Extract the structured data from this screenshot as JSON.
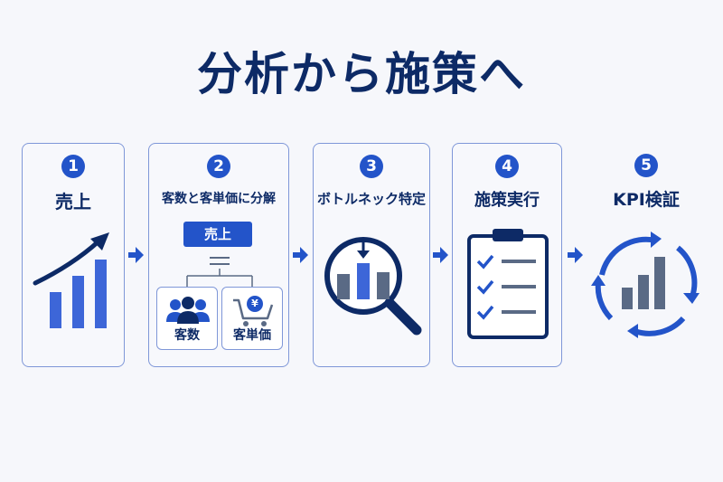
{
  "title": "分析から施策へ",
  "steps": [
    {
      "number": "1",
      "label": "売上"
    },
    {
      "number": "2",
      "label": "客数と客単価に分解",
      "top_box": "売上",
      "left_box": "客数",
      "right_box": "客単価",
      "currency_symbol": "¥"
    },
    {
      "number": "3",
      "label": "ボトルネック特定"
    },
    {
      "number": "4",
      "label": "施策実行"
    },
    {
      "number": "5",
      "label": "KPI検証"
    }
  ],
  "colors": {
    "primary": "#2354c9",
    "navy": "#0d2a66",
    "slate": "#5a6a85",
    "border": "#7f97d8"
  }
}
